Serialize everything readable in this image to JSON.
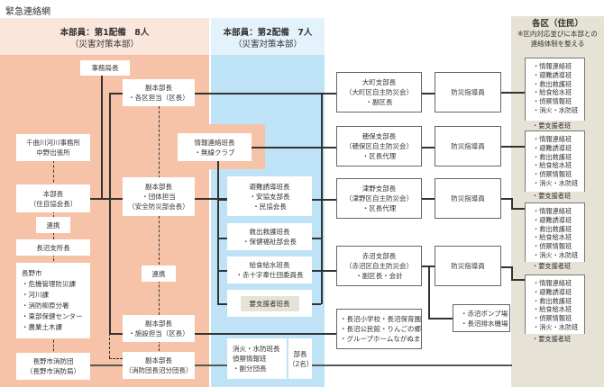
{
  "title": "緊急連絡網",
  "columns": {
    "first": {
      "heading": "本部員：第1配備　8人",
      "sub": "（災害対策本部）"
    },
    "second": {
      "heading": "本部員：第2配備　7人",
      "sub": "（災害対策本部）"
    },
    "residents": {
      "heading": "各区（住民）",
      "note1": "※区内対応並びに本部との",
      "note2": "連絡体制を整える"
    }
  },
  "left_boxes": {
    "office": {
      "line1": "千曲川河川事務所",
      "line2": "中野出張所"
    },
    "chief": {
      "line1": "本部長",
      "line2": "（住自協会長）"
    },
    "liaison1": "連携",
    "branch": "長沼支所長",
    "city": {
      "line1": "長野市",
      "items": [
        "・危機管理防災課",
        "・河川課",
        "・消防柳原分署",
        "・東部保健センター",
        "・農業土木課"
      ]
    },
    "fire": {
      "line1": "長野市消防団",
      "line2": "（長野市消防局）"
    }
  },
  "center_boxes": {
    "secretary": "事務局長",
    "vice1": {
      "line1": "副本部長",
      "line2": "・各区担当（区長）"
    },
    "vice2": {
      "line1": "副本部長",
      "line2": "・団体担当",
      "line3": "（安全防災部会長）"
    },
    "liaison2": "連携",
    "vice3": {
      "line1": "副本部長",
      "line2": "・施設担当（区長）"
    },
    "vice4": {
      "line1": "副本部長",
      "line2": "（消防団長沼分団長）"
    }
  },
  "team_boxes": {
    "info": {
      "line1": "情報連絡班長",
      "line2": "・無線クラブ"
    },
    "evac": {
      "line1": "避難誘導班長",
      "line2": "・安協支部長",
      "line3": "・民協会長"
    },
    "rescue": {
      "line1": "救出救護班長",
      "line2": "・保健福祉部会長"
    },
    "supply": {
      "line1": "給食給水班長",
      "line2": "・赤十字奉仕団委員長"
    },
    "support": "要支援者班長",
    "firefight": {
      "items": [
        "消火・水防班長",
        "偵察情報班",
        "・副分団長"
      ],
      "side1": "部長",
      "side2": "（2名）"
    }
  },
  "branches": [
    {
      "line1": "大町支部長",
      "line2": "（大町区自主防災会）",
      "line3": "・副区長",
      "instructor": "防災指導員"
    },
    {
      "line1": "穂保支部長",
      "line2": "（穂保区自主防災会）",
      "line3": "・区長代理",
      "instructor": "防災指導員"
    },
    {
      "line1": "津野支部長",
      "line2": "（津野区自主防災会）",
      "line3": "・区長代理",
      "instructor": "防災指導員"
    },
    {
      "line1": "赤沼支部長",
      "line2": "（赤沼区自主防災会）",
      "line3": "・副区長・会計",
      "instructor": "防災指導員"
    }
  ],
  "facilities": {
    "items": [
      "・長沼小学校・長沼保育園",
      "・長沼公民館・りんごの郷",
      "・グループホームながぬま"
    ]
  },
  "pumps": {
    "items": [
      "・赤沼ポンプ場",
      "・長沼排水機場"
    ]
  },
  "zone_teams": [
    "・情報連絡班",
    "・避難誘導班",
    "・救出救護班",
    "・給食給水班",
    "・偵察情報班",
    "・消火・水防班"
  ],
  "zone_extra": "・要支援者班"
}
